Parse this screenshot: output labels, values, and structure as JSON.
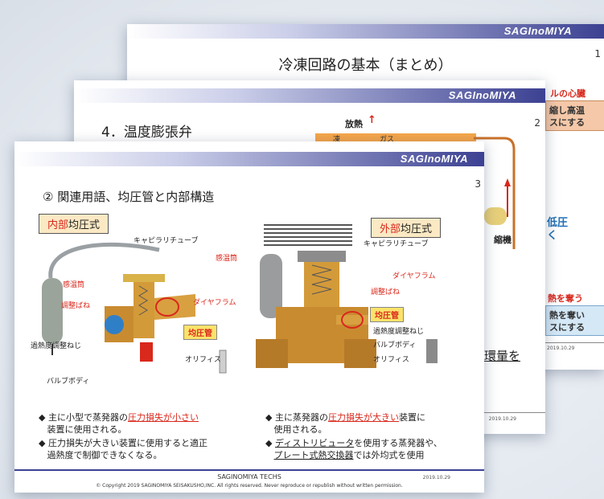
{
  "brand": "SAGInoMIYA",
  "slide1": {
    "page": "1",
    "title": "冷凍回路の基本（まとめ）",
    "snip_heart": "ルの心臓",
    "snip_box1_line1": "縮し高温",
    "snip_box1_line2": "スにする",
    "snip_low": "低圧",
    "snip_ku": "く",
    "snip_take": "熱を奪う",
    "snip_box2_line1": "熱を奪い",
    "snip_box2_line2": "スにする",
    "date": "2019.10.29"
  },
  "slide2": {
    "page": "2",
    "title": "4．温度膨張弁",
    "heat_release": "放熱",
    "condense": "凍",
    "gas": "ガス",
    "compressor": "縮機",
    "circulation": "環量を",
    "date": "2019.10.29"
  },
  "slide3": {
    "page": "3",
    "title": "② 関連用語、均圧管と内部構造",
    "internal_tag_red": "内部",
    "internal_tag_rest": "均圧式",
    "external_tag_red": "外部",
    "external_tag_rest": "均圧式",
    "left_labels": {
      "capillary": "キャピラリチューブ",
      "bulb": "感温筒",
      "spring": "調整ばね",
      "diaphragm": "ダイヤフラム",
      "equalizer": "均圧管",
      "superheat_screw": "過熱度調整ねじ",
      "orifice": "オリフィス",
      "body": "バルブボディ"
    },
    "right_labels": {
      "capillary": "キャピラリチューブ",
      "bulb": "感温筒",
      "diaphragm": "ダイヤフラム",
      "spring": "調整ばね",
      "equalizer": "均圧管",
      "superheat_screw": "過熱度調整ねじ",
      "body": "バルブボディ",
      "orifice": "オリフィス"
    },
    "bullets_left": {
      "b1_pre": "主に小型で蒸発器の",
      "b1_hl": "圧力損失が小さい",
      "b1_post": "装置に使用される。",
      "b2_line1": "圧力損失が大きい装置に使用すると適正",
      "b2_line2": "過熱度で制御できなくなる。"
    },
    "bullets_right": {
      "b1_pre": "主に蒸発器の",
      "b1_hl": "圧力損失が大きい",
      "b1_post": "装置に",
      "b1_line2": "使用される。",
      "b2_u1": "ディストリビュータ",
      "b2_post1": "を使用する蒸発器や、",
      "b2_u2": "プレート式熱交換器",
      "b2_post2": "では外均式を使用"
    },
    "bullet_mark": "◆",
    "footer_org": "SAGINOMIYA TECHS",
    "footer_copyright": "Copyright 2019 SAGINOMIYA SEISAKUSHO,INC. All rights reserved. Never reproduce or republish without written permission.",
    "date": "2019.10.29"
  },
  "colors": {
    "brand_navy": "#3c4192",
    "accent_red": "#d9281c",
    "tag_fill": "#fbe9c4"
  }
}
